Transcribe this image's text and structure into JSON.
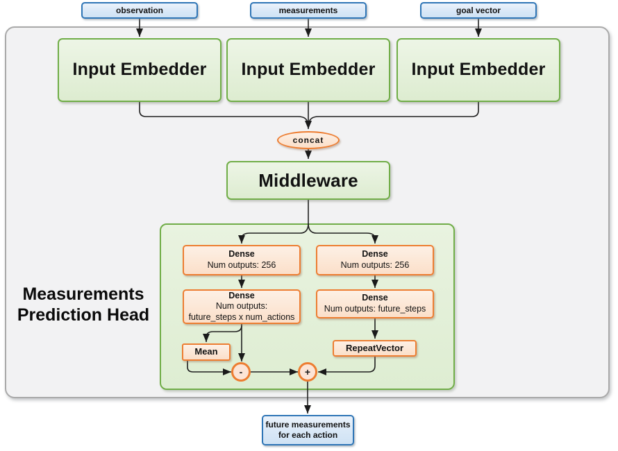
{
  "inputs": [
    {
      "label": "observation"
    },
    {
      "label": "measurements"
    },
    {
      "label": "goal vector"
    }
  ],
  "embedders": [
    {
      "label": "Input Embedder"
    },
    {
      "label": "Input Embedder"
    },
    {
      "label": "Input Embedder"
    }
  ],
  "concat": {
    "label": "concat"
  },
  "middleware": {
    "label": "Middleware"
  },
  "head": {
    "title_line1": "Measurements",
    "title_line2": "Prediction Head",
    "left": {
      "dense1": {
        "title": "Dense",
        "line1": "Num outputs: 256"
      },
      "dense2": {
        "title": "Dense",
        "line1": "Num outputs:",
        "line2": "future_steps x num_actions"
      },
      "mean": {
        "label": "Mean"
      },
      "minus": "-"
    },
    "right": {
      "dense1": {
        "title": "Dense",
        "line1": "Num outputs: 256"
      },
      "dense2": {
        "title": "Dense",
        "line1": "Num outputs: future_steps"
      },
      "repeat": {
        "label": "RepeatVector"
      },
      "plus": "+"
    }
  },
  "output": {
    "line1": "future measurements",
    "line2": "for each action"
  },
  "colors": {
    "green_border": "#70ad47",
    "green_fill": "#e2efda",
    "orange_border": "#ed7d31",
    "orange_fill": "#fce4d6",
    "blue_border": "#2e75b6",
    "blue_fill": "#dbe9f7",
    "gray_border": "#a9a9a9",
    "gray_fill": "#f2f2f2",
    "line": "#1f1f1f"
  }
}
